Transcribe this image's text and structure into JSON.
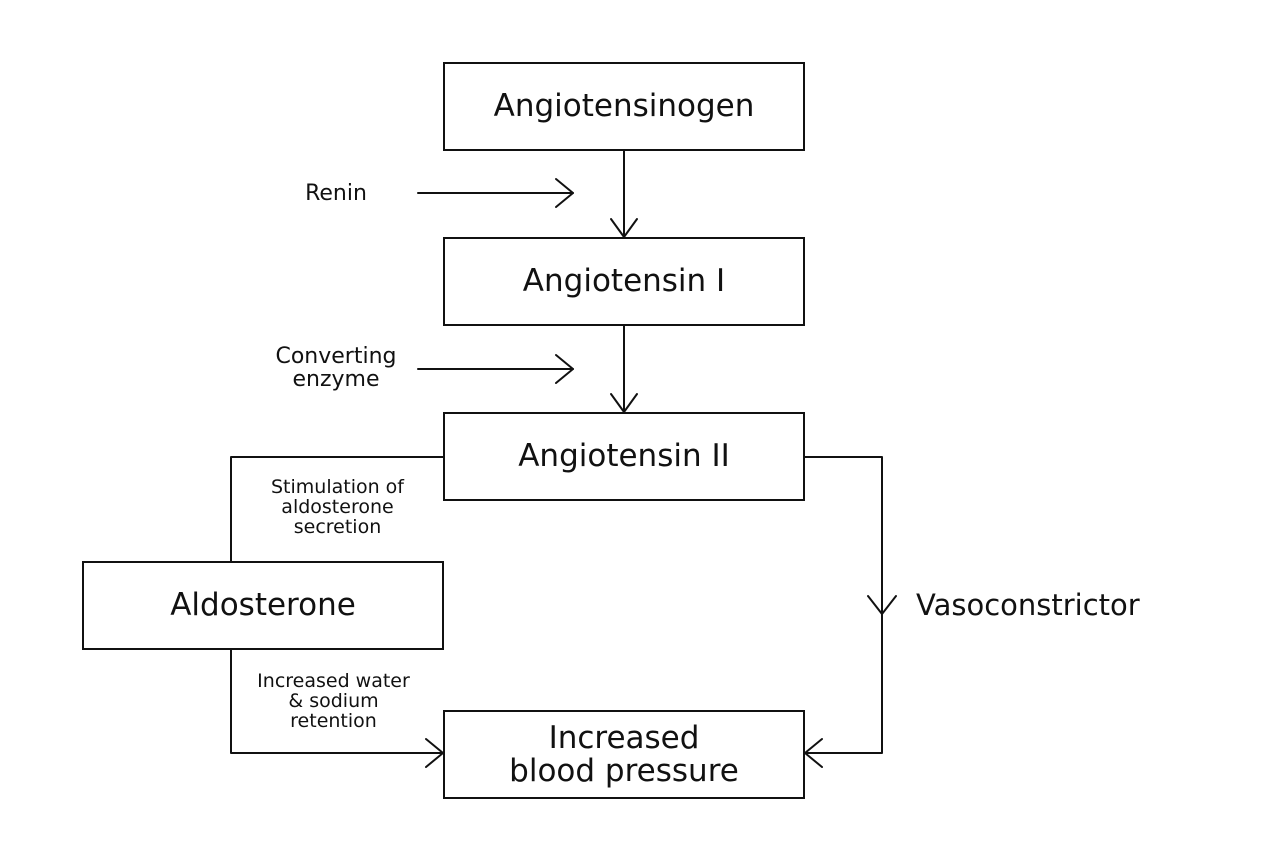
{
  "boxes": {
    "angiotensinogen": "Angiotensinogen",
    "angiotensin_1": "Angiotensin I",
    "angiotensin_2": "Angiotensin II",
    "aldosterone": "Aldosterone",
    "blood_pressure": "Increased\nblood pressure"
  },
  "labels": {
    "renin": "Renin",
    "converting_enzyme": "Converting\nenzyme",
    "stimulation": "Stimulation of\naldosterone\nsecretion",
    "water_sodium": "Increased water\n& sodium\nretention",
    "vasoconstrictor": "Vasoconstrictor"
  }
}
